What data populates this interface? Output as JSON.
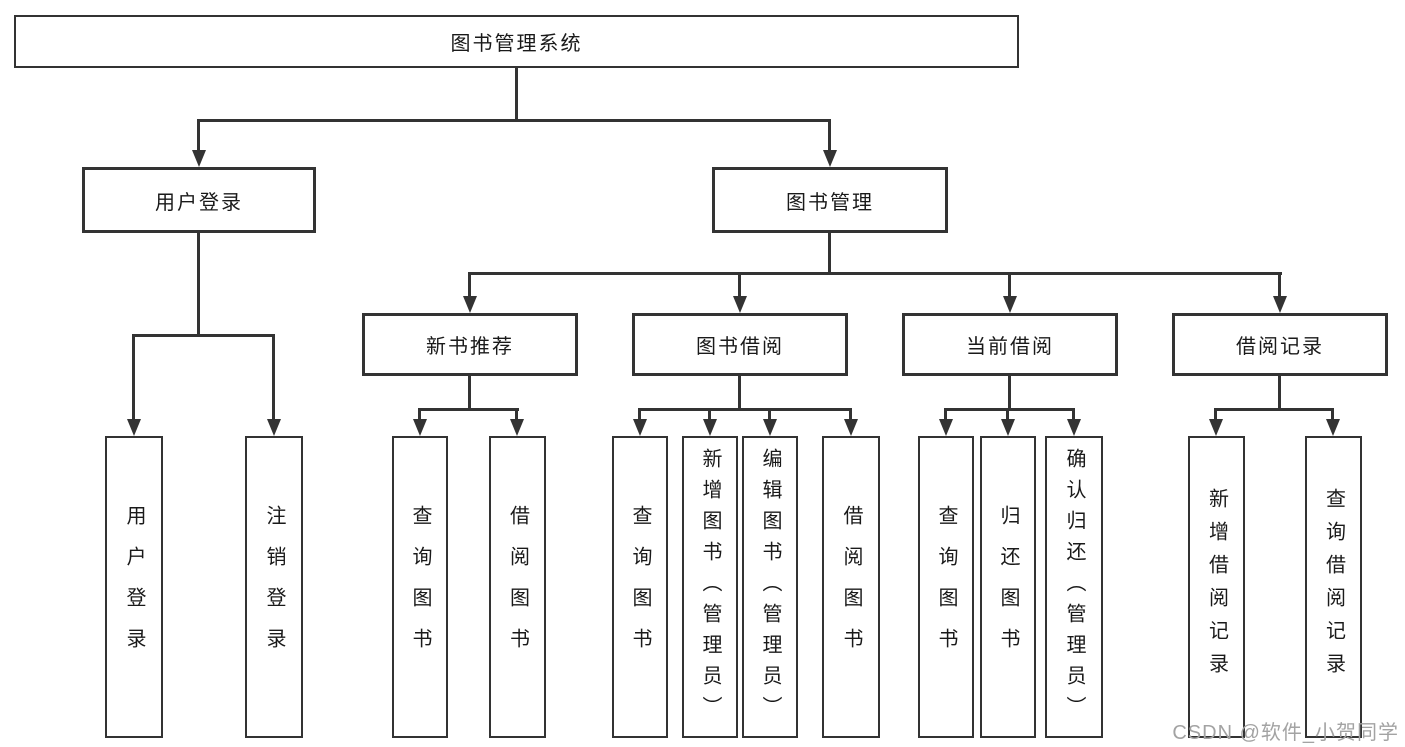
{
  "tree": {
    "root": {
      "label": "图书管理系统",
      "children": [
        {
          "label": "用户登录",
          "children": [
            {
              "label": "用户登录"
            },
            {
              "label": "注销登录"
            }
          ]
        },
        {
          "label": "图书管理",
          "children": [
            {
              "label": "新书推荐",
              "children": [
                {
                  "label": "查询图书"
                },
                {
                  "label": "借阅图书"
                }
              ]
            },
            {
              "label": "图书借阅",
              "children": [
                {
                  "label": "查询图书"
                },
                {
                  "label": "新增图书（管理员）"
                },
                {
                  "label": "编辑图书（管理员）"
                },
                {
                  "label": "借阅图书"
                }
              ]
            },
            {
              "label": "当前借阅",
              "children": [
                {
                  "label": "查询图书"
                },
                {
                  "label": "归还图书"
                },
                {
                  "label": "确认归还（管理员）"
                }
              ]
            },
            {
              "label": "借阅记录",
              "children": [
                {
                  "label": "新增借阅记录"
                },
                {
                  "label": "查询借阅记录"
                }
              ]
            }
          ]
        }
      ]
    }
  },
  "watermark": {
    "text": "CSDN @软件_小贺同学"
  },
  "colors": {
    "line": "#333333",
    "text": "#1a1a1a",
    "node_fill": "#ffffff",
    "watermark": "#a3a3a3",
    "background": "#ffffff"
  }
}
